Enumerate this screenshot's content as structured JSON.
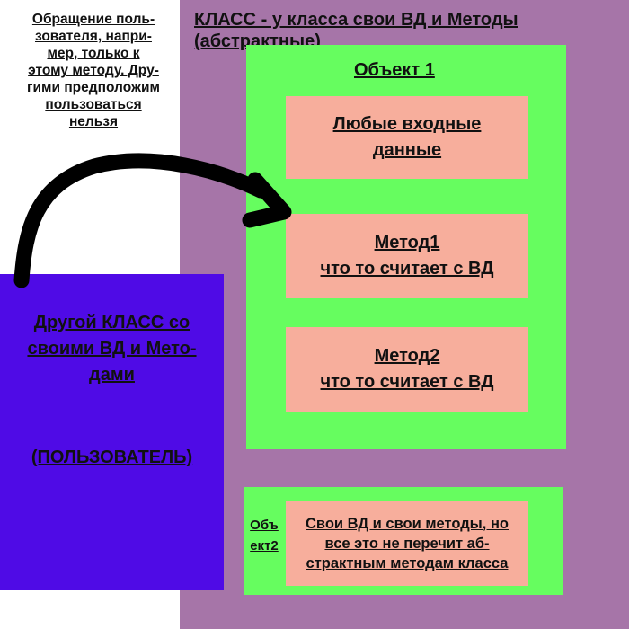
{
  "class_panel": {
    "title_line1": "КЛАСС - у класса свои ВД и Методы",
    "title_line2": "(абстрактные)"
  },
  "note": {
    "lines": [
      "Обращение поль-",
      "зователя, напри-",
      "мер, только к",
      "этому методу. Дру-",
      "гими предположим",
      "пользоваться",
      "нельзя"
    ]
  },
  "object1": {
    "label": "Объект 1",
    "input_data": {
      "line1": "Любые входные",
      "line2": "данные"
    },
    "method1": {
      "line1": "Метод1",
      "line2": "что то считает с ВД"
    },
    "method2": {
      "line1": "Метод2",
      "line2": "что то считает с ВД"
    }
  },
  "object2": {
    "label_line1": "Объ",
    "label_line2": "ект2",
    "lines": [
      "Свои ВД и свои методы, но",
      "все это не перечит аб-",
      "страктным методам класса"
    ]
  },
  "other_class": {
    "title_lines": [
      "Другой КЛАСС со",
      "своими ВД и Мето-",
      "дами"
    ],
    "role": "(ПОЛЬЗОВАТЕЛЬ)"
  },
  "colors": {
    "class_bg": "#a675a8",
    "object_bg": "#66fd5f",
    "box_bg": "#f7ae9c",
    "other_class_bg": "#4f0be6",
    "arrow": "#000000"
  }
}
